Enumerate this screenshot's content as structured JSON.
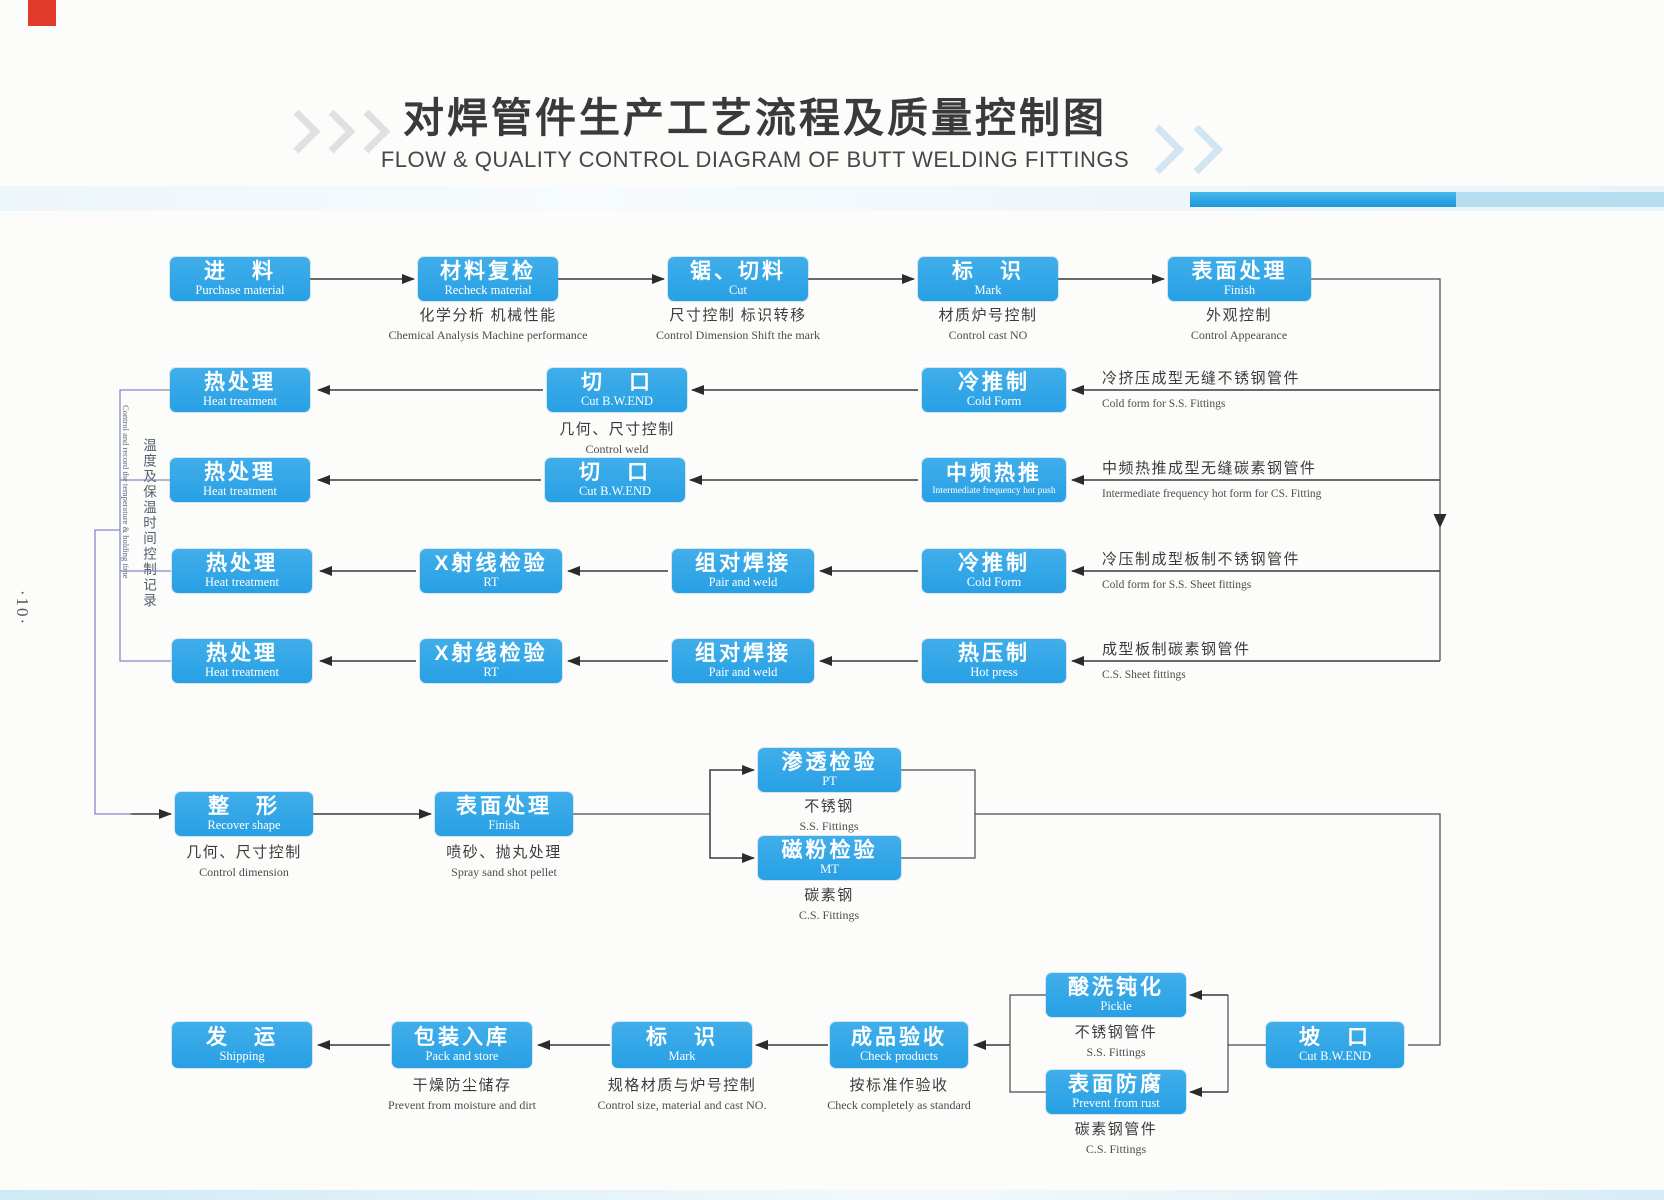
{
  "page": {
    "number": "·10·"
  },
  "header": {
    "title_zh": "对焊管件生产工艺流程及质量控制图",
    "title_en": "FLOW & QUALITY CONTROL DIAGRAM OF BUTT WELDING FITTINGS"
  },
  "colors": {
    "box_blue": "#2fa7e8",
    "accent_red": "#e23a2b",
    "band_blue": "#1b97da"
  },
  "side_label": {
    "zh": "温度及保温时间控制记录",
    "en": "Control and record the temperature & holding time"
  },
  "nodes": {
    "purchase": {
      "zh": "进　料",
      "en": "Purchase material"
    },
    "recheck": {
      "zh": "材料复检",
      "en": "Recheck material",
      "note_zh": "化学分析 机械性能",
      "note_en": "Chemical Analysis Machine performance"
    },
    "saw_cut": {
      "zh": "锯、切料",
      "en": "Cut",
      "note_zh": "尺寸控制 标识转移",
      "note_en": "Control Dimension  Shift the mark"
    },
    "mark1": {
      "zh": "标　识",
      "en": "Mark",
      "note_zh": "材质炉号控制",
      "note_en": "Control cast NO"
    },
    "finish1": {
      "zh": "表面处理",
      "en": "Finish",
      "note_zh": "外观控制",
      "note_en": "Control Appearance"
    },
    "heat1": {
      "zh": "热处理",
      "en": "Heat treatment"
    },
    "heat2": {
      "zh": "热处理",
      "en": "Heat treatment"
    },
    "heat3": {
      "zh": "热处理",
      "en": "Heat treatment"
    },
    "heat4": {
      "zh": "热处理",
      "en": "Heat treatment"
    },
    "cutbw1": {
      "zh": "切　口",
      "en": "Cut B.W.END",
      "note_zh": "几何、尺寸控制",
      "note_en": "Control weld"
    },
    "cutbw2": {
      "zh": "切　口",
      "en": "Cut B.W.END"
    },
    "coldform1": {
      "zh": "冷推制",
      "en": "Cold Form",
      "side_zh": "冷挤压成型无缝不锈钢管件",
      "side_en": "Cold form for S.S. Fittings"
    },
    "ifhp": {
      "zh": "中频热推",
      "en": "Intermediate frequency hot push",
      "side_zh": "中频热推成型无缝碳素钢管件",
      "side_en": "Intermediate frequency hot form for CS. Fitting"
    },
    "rt1": {
      "zh": "X射线检验",
      "en": "RT"
    },
    "rt2": {
      "zh": "X射线检验",
      "en": "RT"
    },
    "pair1": {
      "zh": "组对焊接",
      "en": "Pair and weld"
    },
    "pair2": {
      "zh": "组对焊接",
      "en": "Pair and weld"
    },
    "coldform2": {
      "zh": "冷推制",
      "en": "Cold Form",
      "side_zh": "冷压制成型板制不锈钢管件",
      "side_en": "Cold form for S.S. Sheet fittings"
    },
    "hotpress": {
      "zh": "热压制",
      "en": "Hot press",
      "side_zh": "成型板制碳素钢管件",
      "side_en": "C.S. Sheet fittings"
    },
    "recover": {
      "zh": "整　形",
      "en": "Recover shape",
      "note_zh": "几何、尺寸控制",
      "note_en": "Control dimension"
    },
    "finish2": {
      "zh": "表面处理",
      "en": "Finish",
      "note_zh": "喷砂、抛丸处理",
      "note_en": "Spray sand shot pellet"
    },
    "pt": {
      "zh": "渗透检验",
      "en": "PT",
      "note_zh": "不锈钢",
      "note_en": "S.S. Fittings"
    },
    "mt": {
      "zh": "磁粉检验",
      "en": "MT",
      "note_zh": "碳素钢",
      "note_en": "C.S. Fittings"
    },
    "shipping": {
      "zh": "发　运",
      "en": "Shipping"
    },
    "pack": {
      "zh": "包装入库",
      "en": "Pack and store",
      "note_zh": "干燥防尘储存",
      "note_en": "Prevent from moisture and dirt"
    },
    "mark2": {
      "zh": "标　识",
      "en": "Mark",
      "note_zh": "规格材质与炉号控制",
      "note_en": "Control size, material and cast NO."
    },
    "check": {
      "zh": "成品验收",
      "en": "Check products",
      "note_zh": "按标准作验收",
      "note_en": "Check completely as standard"
    },
    "pickle": {
      "zh": "酸洗钝化",
      "en": "Pickle",
      "note_zh": "不锈钢管件",
      "note_en": "S.S. Fittings"
    },
    "rust": {
      "zh": "表面防腐",
      "en": "Prevent from rust",
      "note_zh": "碳素钢管件",
      "note_en": "C.S. Fittings"
    },
    "bevel": {
      "zh": "坡　口",
      "en": "Cut B.W.END"
    }
  }
}
